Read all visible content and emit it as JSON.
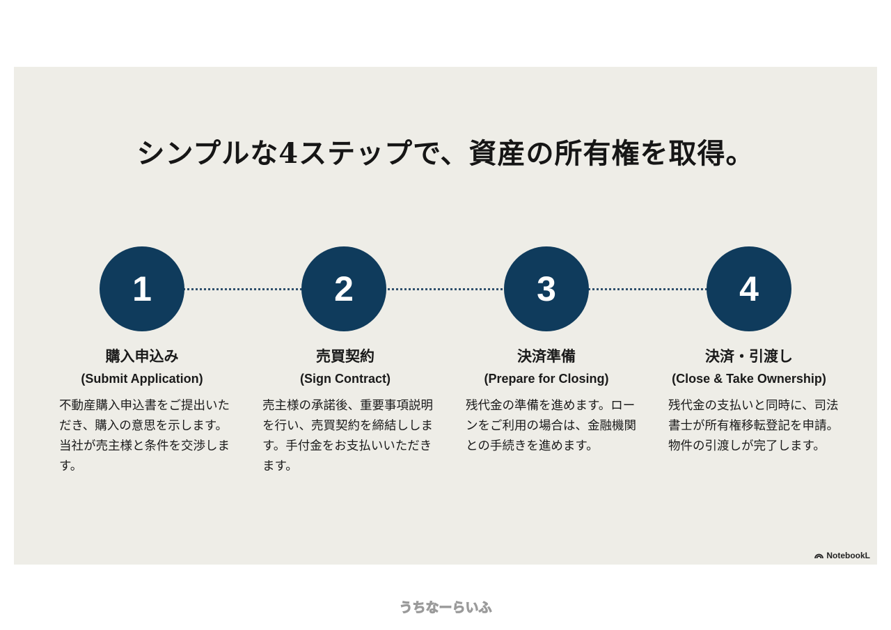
{
  "slide": {
    "title": "シンプルな4ステップで、資産の所有権を取得。",
    "steps": [
      {
        "number": "1",
        "title_jp": "購入申込み",
        "title_en": "(Submit Application)",
        "description": "不動産購入申込書をご提出いただき、購入の意思を示します。当社が売主様と条件を交渉します。"
      },
      {
        "number": "2",
        "title_jp": "売買契約",
        "title_en": "(Sign Contract)",
        "description": "売主様の承諾後、重要事項説明を行い、売買契約を締結しします。手付金をお支払いいただきます。"
      },
      {
        "number": "3",
        "title_jp": "決済準備",
        "title_en": "(Prepare for Closing)",
        "description": "残代金の準備を進めます。ローンをご利用の場合は、金融機関との手続きを進めます。"
      },
      {
        "number": "4",
        "title_jp": "決済・引渡し",
        "title_en": "(Close & Take Ownership)",
        "description": "残代金の支払いと同時に、司法書士が所有権移転登記を申請。物件の引渡しが完了します。"
      }
    ],
    "logo": "NotebookL"
  },
  "watermark": "うちなーらいふ",
  "colors": {
    "background": "#eeede7",
    "accent": "#0f3b5c"
  }
}
